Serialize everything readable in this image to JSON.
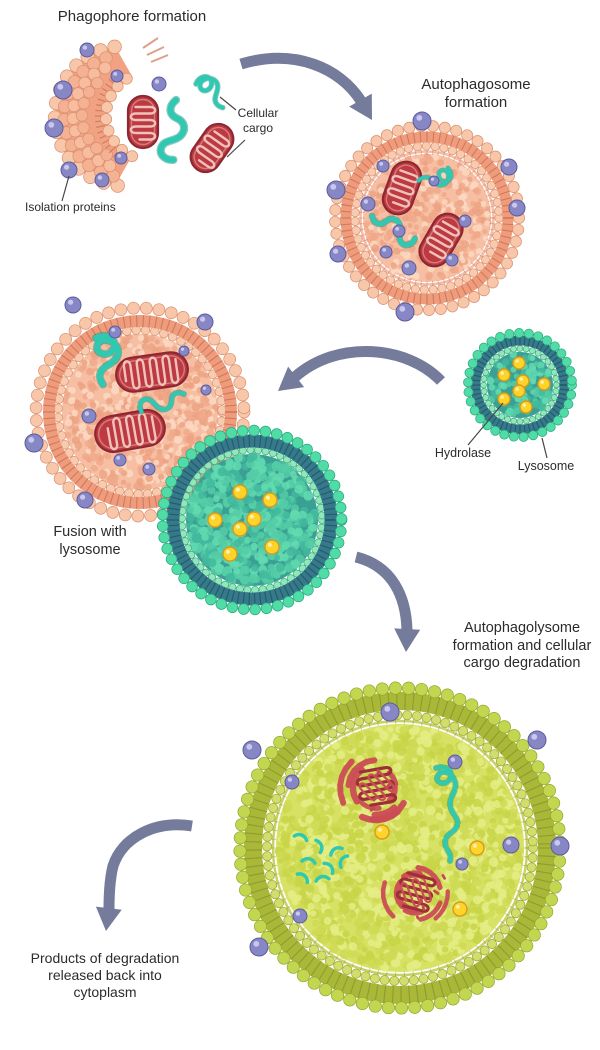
{
  "labels": {
    "phagophore_formation": "Phagophore formation",
    "cellular_cargo": "Cellular cargo",
    "isolation_proteins": "Isolation proteins",
    "autophagosome_formation": "Autophagosome formation",
    "hydrolase": "Hydrolase",
    "lysosome": "Lysosome",
    "fusion_with_lysosome": "Fusion with lysosome",
    "autophagolysome": "Autophagolysome formation and cellular cargo degradation",
    "products": "Products of degradation released back into cytoplasm"
  },
  "icons": {
    "arrow1": "curved-arrow-down-right",
    "arrow2": "curved-arrow-down-left",
    "arrow3": "curved-arrow-down",
    "arrow4": "curved-arrow-down-left"
  },
  "palette": {
    "background": "#ffffff",
    "text": "#2b2b2b",
    "arrow": "#747B9B",
    "membrane_salmon": "#EF9C7D",
    "membrane_head_salmon": "#F8C6A8",
    "interior_salmon": "#F6BFA3",
    "granule_salmon": "#F0A98B",
    "mitochondrion_red": "#BE3A42",
    "mitochondrion_dark": "#8E2731",
    "cristae_pink": "#EFC3BC",
    "cargo_teal": "#2FC9B2",
    "protein_purple": "#8887C6",
    "purple_dark": "#5B5B9E",
    "lysosome_head_green": "#4FDCA7",
    "lysosome_band_teal": "#35798A",
    "lysosome_interior": "#3AA093",
    "hydrolase_yellow": "#FFD42A",
    "autolysosome_head": "#C3D650",
    "autolysosome_band": "#A9B838",
    "autolysosome_interior": "#D7E163"
  }
}
